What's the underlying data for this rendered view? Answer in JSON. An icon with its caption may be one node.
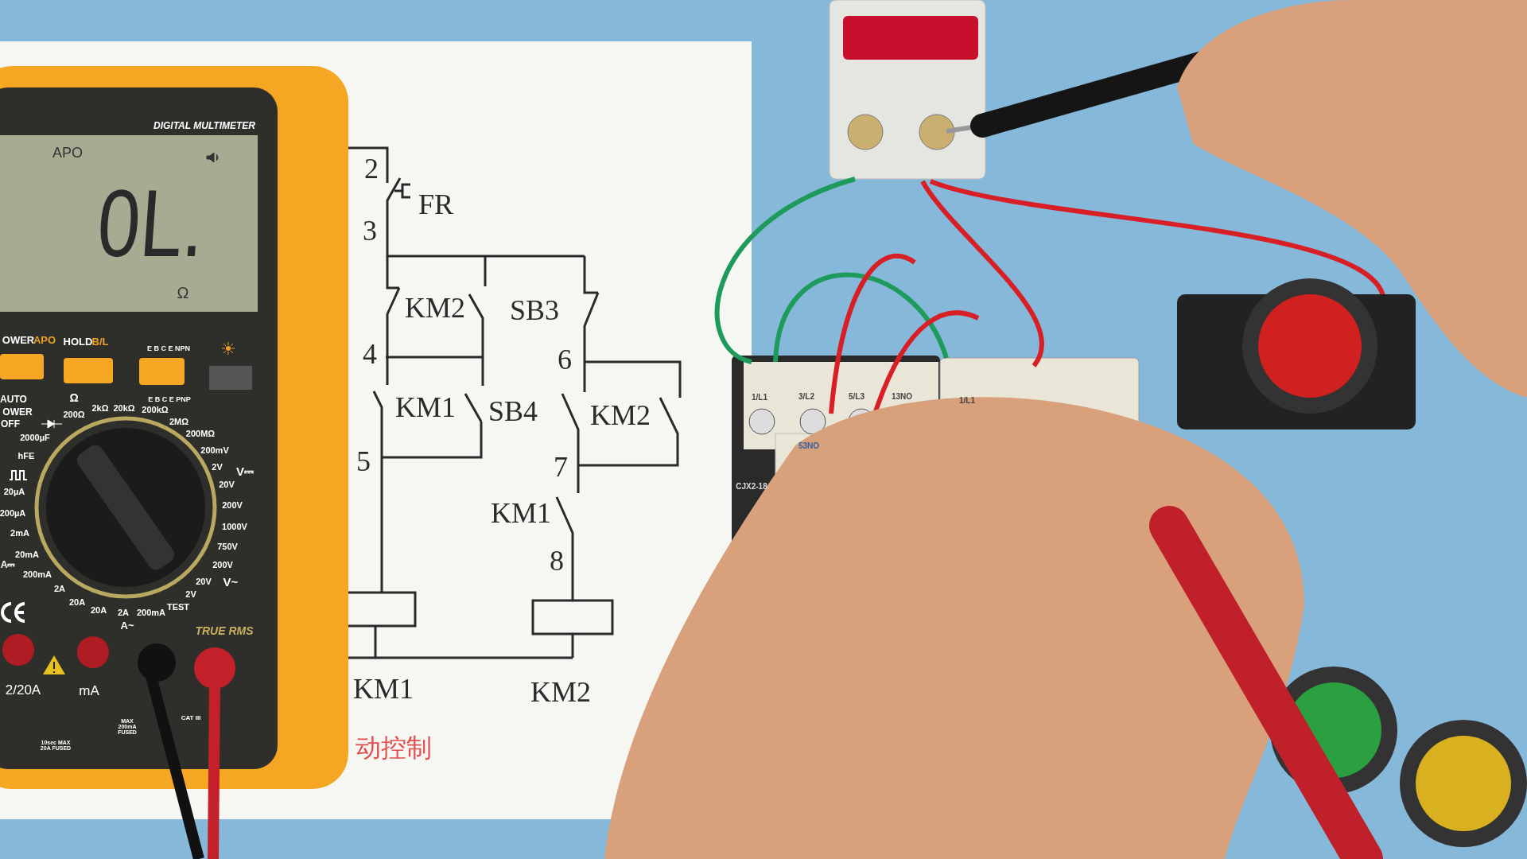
{
  "diagram": {
    "labels": [
      "DIGITAL MULTIMETER",
      "APO",
      "0L.",
      "Ω",
      "OWER",
      "APO",
      "HOLD",
      "B/L",
      "E B C E NPN",
      "AUTO",
      "Ω",
      "E B C E PNP",
      "OWER",
      "2kΩ",
      "20kΩ",
      "200kΩ",
      "200Ω",
      "OFF",
      "2MΩ",
      "200MΩ",
      "2000µF",
      "200mV",
      "hFE",
      "2V",
      "V⎓",
      "20V",
      "20µA",
      "200V",
      "200µA",
      "1000V",
      "2mA",
      "750V",
      "20mA",
      "A⎓",
      "200V",
      "200mA",
      "20V",
      "V~",
      "2A",
      "2V",
      "20A",
      "TEST",
      "20A",
      "2A",
      "200mA",
      "A~",
      "TRUE RMS",
      "2/20A",
      "mA",
      "CAT III",
      "MAX 200mA FUSED",
      "10sec MAX 20A FUSED",
      "2",
      "FR",
      "3",
      "KM2",
      "SB3",
      "4",
      "6",
      "KM1",
      "SB4",
      "KM2",
      "5",
      "7",
      "KM1",
      "8",
      "KM1",
      "KM2",
      "动控制",
      "1/L1",
      "3/L2",
      "5/L3",
      "13NO",
      "1/L1",
      "53NO",
      "CJX2-18"
    ]
  }
}
